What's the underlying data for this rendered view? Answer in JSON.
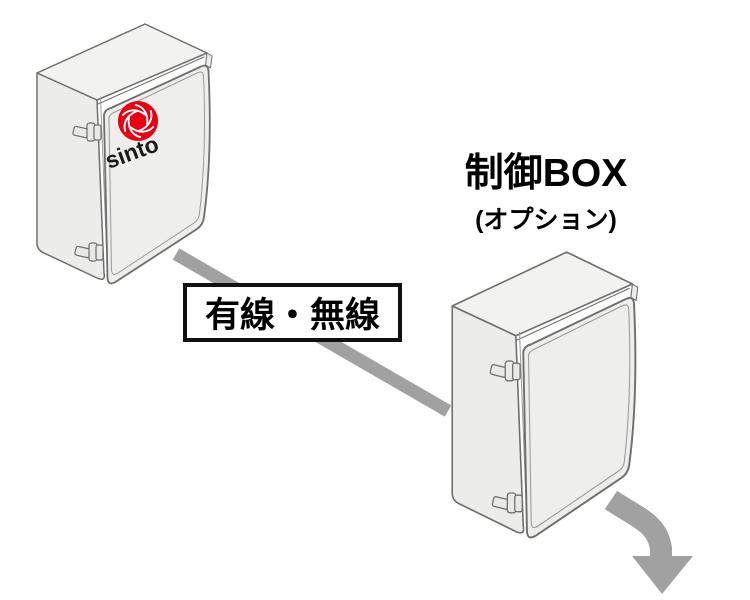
{
  "colors": {
    "background": "#ffffff",
    "band": "#a1a1a1",
    "outline": "#6e6e6e",
    "box_face": "#ececea",
    "box_top": "#f2f2f0",
    "door_face": "#eeeeec",
    "inner_line": "#9a9a9a",
    "hinge_fill": "#e9e9e7",
    "label_border": "#111111",
    "label_bg": "#ffffff",
    "logo_red": "#e60012",
    "text": "#000000"
  },
  "left_box": {
    "logo_text": "sinto",
    "logo_icon": "sinto-swirl-icon"
  },
  "right_box": {
    "title": "制御BOX",
    "subtitle": "(オプション)"
  },
  "connection": {
    "label": "有線・無線"
  },
  "output_arrow": {
    "direction": "down"
  }
}
